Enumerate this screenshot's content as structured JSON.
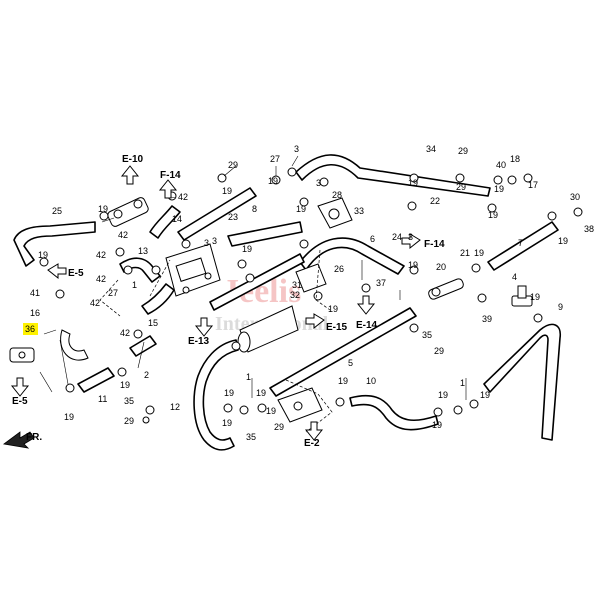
{
  "watermark": {
    "line1": "Jeelis",
    "line2": "International"
  },
  "references": {
    "e10": "E-10",
    "f14_top": "F-14",
    "f14_right": "F-14",
    "e5_left": "E-5",
    "e5_bottom": "E-5",
    "e13": "E-13",
    "e14": "E-14",
    "e15": "E-15",
    "e2": "E-2",
    "front": "FR."
  },
  "callouts": {
    "n1": "1",
    "n2": "2",
    "n3a": "3",
    "n3b": "3",
    "n3c": "3",
    "n3d": "3",
    "n3e": "3",
    "n4": "4",
    "n5": "5",
    "n6": "6",
    "n7": "7",
    "n8": "8",
    "n9": "9",
    "n10": "10",
    "n11": "11",
    "n12": "12",
    "n13": "13",
    "n14": "14",
    "n15": "15",
    "n16": "16",
    "n17": "17",
    "n18": "18",
    "n19a": "19",
    "n19b": "19",
    "n19c": "19",
    "n19d": "19",
    "n19e": "19",
    "n19f": "19",
    "n19g": "19",
    "n19h": "19",
    "n19i": "19",
    "n19j": "19",
    "n19k": "19",
    "n19l": "19",
    "n19m": "19",
    "n19n": "19",
    "n19o": "19",
    "n19p": "19",
    "n20": "20",
    "n21": "21",
    "n22": "22",
    "n23": "23",
    "n24": "24",
    "n25": "25",
    "n26": "26",
    "n27a": "27",
    "n27b": "27",
    "n28": "28",
    "n29a": "29",
    "n29b": "29",
    "n29c": "29",
    "n29d": "29",
    "n29e": "29",
    "n29f": "29",
    "n30": "30",
    "n31": "31",
    "n32": "32",
    "n33": "33",
    "n34": "34",
    "n35a": "35",
    "n35b": "35",
    "n35c": "35",
    "n36": "36",
    "n37": "37",
    "n38": "38",
    "n39": "39",
    "n40": "40",
    "n41": "41",
    "n42a": "42",
    "n42b": "42",
    "n42c": "42",
    "n42d": "42",
    "n42e": "42"
  },
  "highlight_color": "#fff200"
}
